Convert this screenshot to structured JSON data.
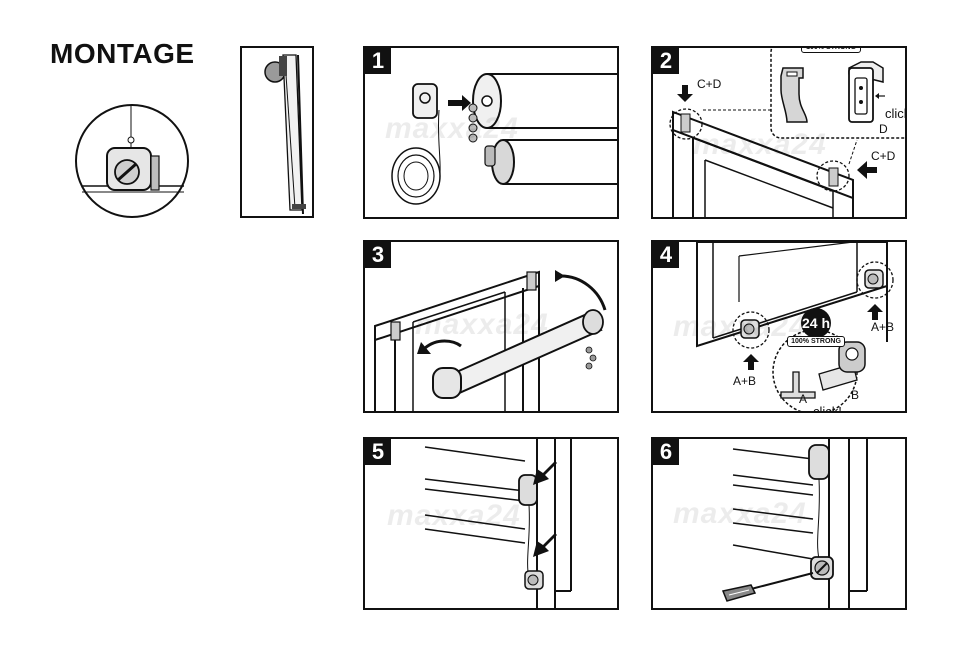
{
  "title": "MONTAGE",
  "watermark": "maxxa24",
  "stamp": {
    "hours": "24 h",
    "strength": "100% STRONG"
  },
  "steps": [
    {
      "number": "1"
    },
    {
      "number": "2",
      "labels": {
        "cd_left": "C+D",
        "cd_right": "C+D",
        "click": "click!",
        "d": "D"
      }
    },
    {
      "number": "3"
    },
    {
      "number": "4",
      "labels": {
        "ab_left": "A+B",
        "ab_right": "A+B",
        "a": "A",
        "b": "B",
        "click": "click!"
      }
    },
    {
      "number": "5"
    },
    {
      "number": "6"
    }
  ]
}
